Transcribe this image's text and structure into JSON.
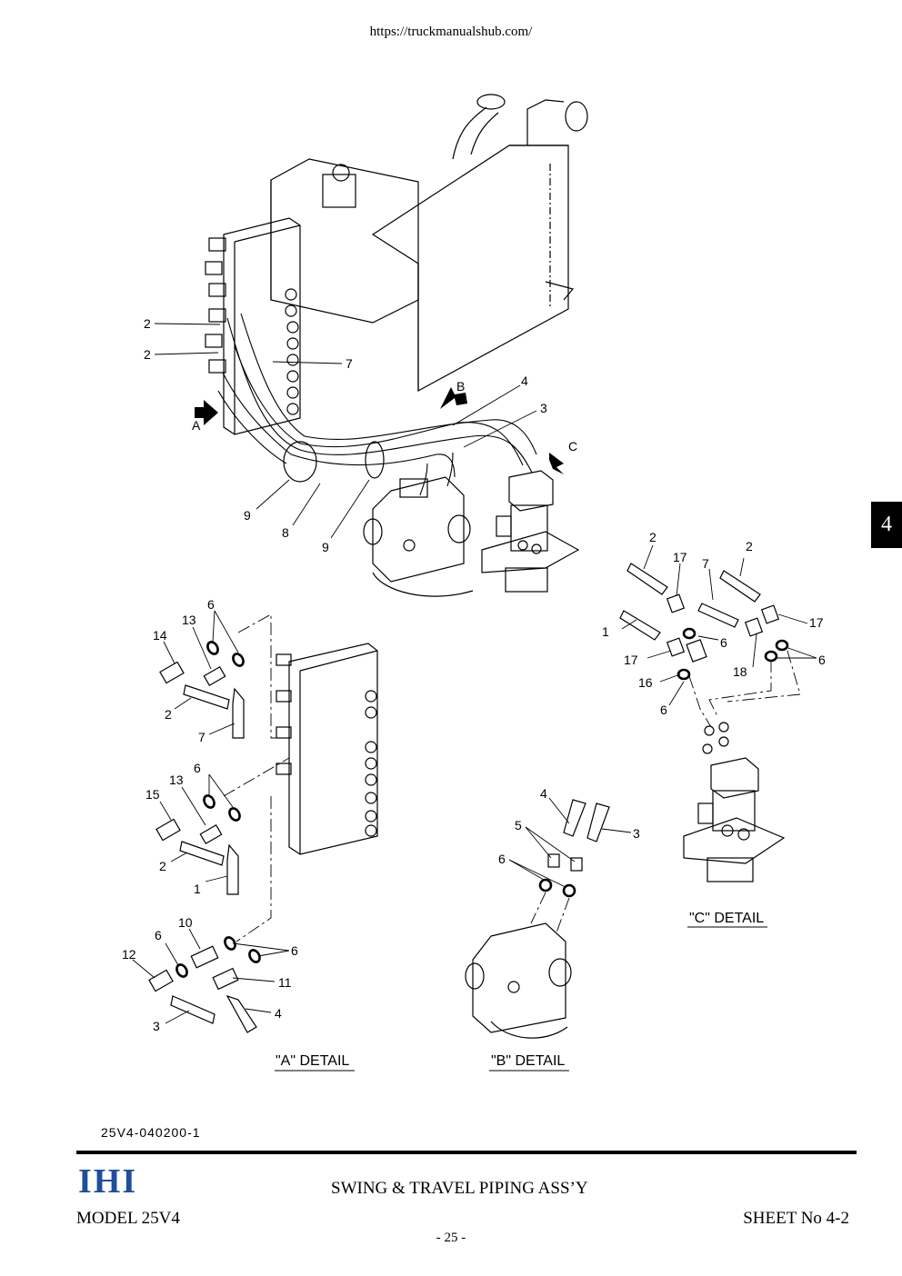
{
  "header": {
    "url": "https://truckmanualshub.com/"
  },
  "chapter_tab": "4",
  "callouts": {
    "main": [
      "2",
      "2",
      "7",
      "A",
      "B",
      "4",
      "3",
      "C",
      "9",
      "8",
      "9"
    ],
    "detail_a": [
      "6",
      "13",
      "14",
      "2",
      "7",
      "6",
      "13",
      "15",
      "2",
      "1",
      "10",
      "6",
      "12",
      "6",
      "11",
      "4",
      "3"
    ],
    "detail_b": [
      "4",
      "3",
      "5",
      "6"
    ],
    "detail_c": [
      "2",
      "17",
      "7",
      "2",
      "1",
      "6",
      "17",
      "17",
      "18",
      "6",
      "16",
      "6"
    ]
  },
  "captions": {
    "a": "\"A\" DETAIL",
    "b": "\"B\" DETAIL",
    "c": "\"C\" DETAIL"
  },
  "footer": {
    "drawing_number": "25V4-040200-1",
    "logo": "IHI",
    "title": "SWING & TRAVEL PIPING ASS’Y",
    "model": "MODEL 25V4",
    "sheet": "SHEET No 4-2",
    "page": "- 25 -"
  },
  "colors": {
    "logo": "#1f4e9c",
    "line": "#000000"
  }
}
